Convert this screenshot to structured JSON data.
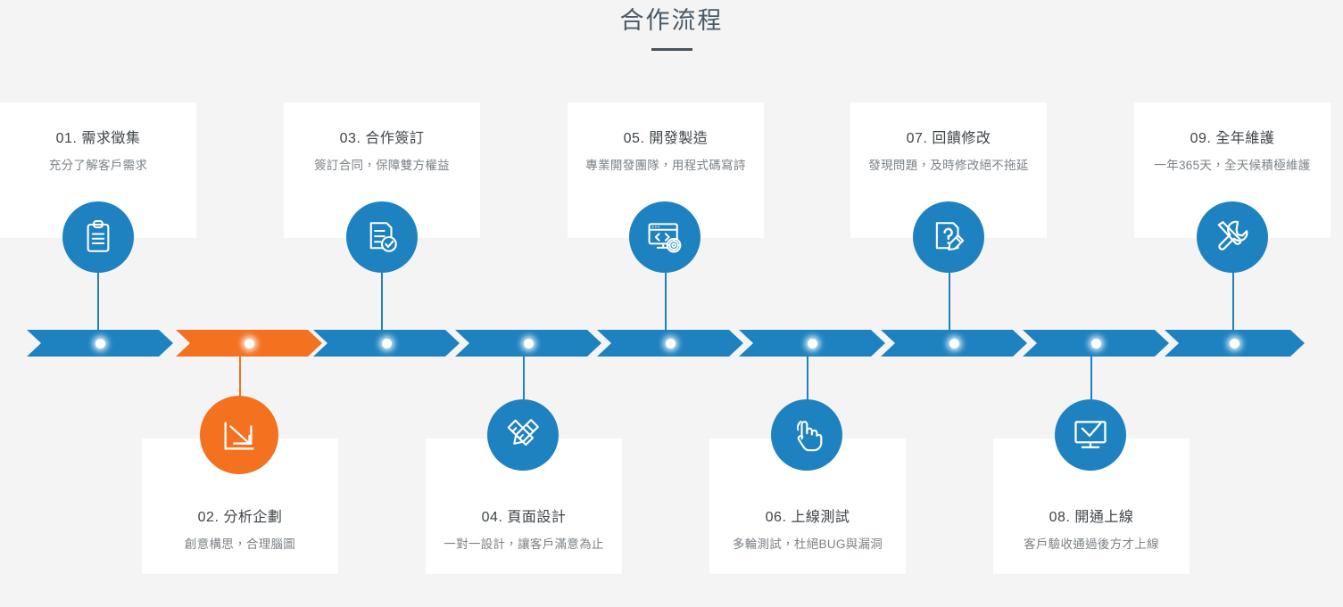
{
  "header": {
    "title": "合作流程"
  },
  "theme": {
    "background": "#f4f4f4",
    "card_bg": "#ffffff",
    "primary": "#1e82c0",
    "accent": "#f4711f",
    "title_text": "#3f4448",
    "desc_text": "#7b8186",
    "heading_text": "#4a5a66"
  },
  "timeline": {
    "steps": [
      {
        "number": "01.",
        "title": "01. 需求徵集",
        "desc": "充分了解客戶需求",
        "icon": "clipboard-icon",
        "position": "top",
        "active": false
      },
      {
        "number": "02.",
        "title": "02. 分析企劃",
        "desc": "創意構思，合理腦圖",
        "icon": "analytics-arrow-icon",
        "position": "bottom",
        "active": true
      },
      {
        "number": "03.",
        "title": "03. 合作簽訂",
        "desc": "簽訂合同，保障雙方權益",
        "icon": "contract-check-icon",
        "position": "top",
        "active": false
      },
      {
        "number": "04.",
        "title": "04. 頁面設計",
        "desc": "一對一設計，讓客戶滿意為止",
        "icon": "pencil-ruler-icon",
        "position": "bottom",
        "active": false
      },
      {
        "number": "05.",
        "title": "05. 開發製造",
        "desc": "專業開發團隊，用程式碼寫詩",
        "icon": "code-monitor-gear-icon",
        "position": "top",
        "active": false
      },
      {
        "number": "06.",
        "title": "06. 上線測試",
        "desc": "多輪測試，杜絕BUG與漏洞",
        "icon": "click-hand-icon",
        "position": "bottom",
        "active": false
      },
      {
        "number": "07.",
        "title": "07. 回饋修改",
        "desc": "發現問題，及時修改絕不拖延",
        "icon": "question-edit-icon",
        "position": "top",
        "active": false
      },
      {
        "number": "08.",
        "title": "08. 開通上線",
        "desc": "客戶驗收通過後方才上線",
        "icon": "monitor-check-icon",
        "position": "bottom",
        "active": false
      },
      {
        "number": "09.",
        "title": "09. 全年維護",
        "desc": "一年365天，全天候積極維護",
        "icon": "wrench-screwdriver-icon",
        "position": "top",
        "active": false
      }
    ]
  }
}
